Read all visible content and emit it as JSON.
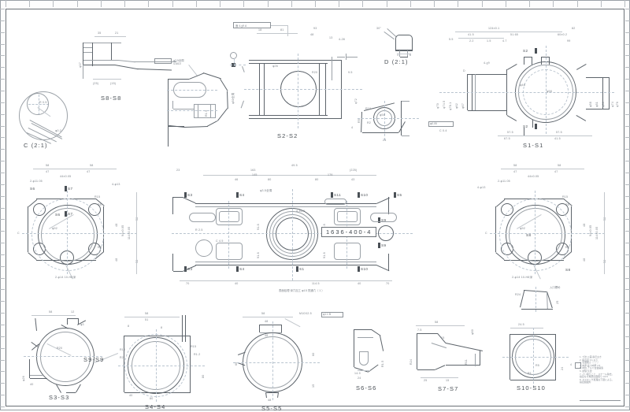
{
  "drawing": {
    "part_number": "1636-400-4",
    "sheet_background": "#ffffff",
    "line_color": "#5d646b"
  },
  "section_labels": [
    {
      "id": "c-detail",
      "text": "C (2:1)"
    },
    {
      "id": "d-detail",
      "text": "D (2:1)"
    },
    {
      "id": "s8",
      "text": "S8-S8"
    },
    {
      "id": "s2",
      "text": "S2-S2"
    },
    {
      "id": "s1",
      "text": "S1-S1"
    },
    {
      "id": "s3",
      "text": "S3-S3"
    },
    {
      "id": "s9",
      "text": "S9-S9"
    },
    {
      "id": "s4",
      "text": "S4-S4"
    },
    {
      "id": "s5",
      "text": "S5-S5"
    },
    {
      "id": "s6",
      "text": "S6-S6"
    },
    {
      "id": "s7",
      "text": "S7-S7"
    },
    {
      "id": "s10",
      "text": "S10-S10"
    }
  ],
  "section_markers": {
    "main_top": [
      "S3",
      "S4",
      "S11",
      "S10",
      "S5"
    ],
    "main_bottom": [
      "S3",
      "S4",
      "S1",
      "S10",
      "S5"
    ],
    "main_right": [
      "S9",
      "S9"
    ],
    "s1_view": [
      "S2",
      "S2"
    ],
    "left_flange": [
      "S6",
      "S7",
      "S6",
      "S7"
    ],
    "right_flange": [
      "S8",
      "S8"
    ]
  },
  "main_view": {
    "top_dims": [
      "23",
      "163",
      "46",
      "80",
      "80",
      "43",
      "176",
      "(225)",
      "49.5",
      "145"
    ],
    "bottom_dims": [
      "70",
      "40",
      "114.5",
      "40",
      "70"
    ],
    "left_dims": [
      "91.8",
      "91.8"
    ],
    "callouts": [
      "C 4.5",
      "R 2.5",
      "2-M8",
      "4-M10",
      "φ3.5全周"
    ],
    "bottom_note": "表面処理 深穴加工 φ4.5 貫通穴（ 1 ）"
  },
  "s1_view": {
    "top_dims": [
      "124±0.1",
      "41.5",
      "51.65",
      "82",
      "60±0.2",
      "99",
      "5.5",
      "2.2",
      "1.5",
      "4.7"
    ],
    "bottom_dims": [
      "57.5",
      "67.5",
      "57.5",
      "41.5"
    ],
    "left_dims": [
      "φ70",
      "φ74.5",
      "φ78.1",
      "φ62",
      "φ67"
    ],
    "right_dims": [
      "φ58",
      "φ81",
      "φ80",
      "φ74",
      "φ76"
    ],
    "callouts": [
      "D",
      "4-χ9",
      "φ48",
      "φ58",
      "φ0.05",
      "C 0.4"
    ]
  },
  "s2_view": {
    "top_dims": [
      "18",
      "81",
      "93",
      "48",
      "13",
      "4-28"
    ],
    "left_dims": [
      "φ80全周"
    ],
    "right_dims": [
      "φ72",
      "9.5",
      "4"
    ],
    "flag": "面  4-χ9  A"
  },
  "left_flange": {
    "top_dims": [
      "58",
      "58",
      "47",
      "47",
      "44±0.05",
      "2-φ11.05",
      "4-φ13"
    ],
    "right_dims": [
      "58",
      "58",
      "48",
      "48",
      "94±0.05",
      "114±0.05"
    ],
    "callouts": [
      "φ92",
      "R15",
      "R5",
      "C",
      "2-φ14 10-H8深"
    ]
  },
  "right_flange": {
    "top_dims": [
      "58",
      "58",
      "47",
      "47",
      "44±0.05",
      "2-φ11.05",
      "4-φ13"
    ],
    "right_dims": [
      "58",
      "58",
      "48",
      "48",
      "94±0.05",
      "114±0.05"
    ],
    "callouts": [
      "φ92",
      "R15",
      "R5",
      "C",
      "2-φ14 10-H8深",
      "入口標め"
    ]
  },
  "s3_view": {
    "dims": [
      "58",
      "12",
      "φ3",
      "R20",
      "φ26",
      "40"
    ]
  },
  "s9_view": {
    "dims": [
      "58",
      "51",
      "8",
      "8",
      "R10",
      "R2",
      "R15",
      "R1.2",
      "80",
      "80",
      "40"
    ]
  },
  "s5_view": {
    "dims": [
      "58",
      "48",
      "48",
      "60",
      "60",
      "15",
      "M10X2.5",
      "φ1.1 B"
    ]
  },
  "s6_view": {
    "dims": [
      "14.9",
      "24",
      "R1.5"
    ]
  },
  "s7_view": {
    "dims": [
      "58",
      "7.5",
      "25",
      "15",
      "φ80",
      "R24",
      "R11"
    ]
  },
  "s10_view": {
    "dims": [
      "24.5",
      "24",
      "R5",
      "R1"
    ]
  },
  "s8_view": {
    "dims": [
      "35",
      "21",
      "(25)",
      "(15)",
      "φ37"
    ]
  },
  "c_detail": {
    "dims": [
      "R 0.5",
      "φ0.2"
    ]
  },
  "d_detail": {
    "dims": [
      "30°",
      "1",
      "6"
    ]
  },
  "notes_block": {
    "flag": "4",
    "lines": [
      "1. 寸法 公差 指示なき",
      "2. 鉛直度 0.1 以下",
      "3. 表面粗さ ▽▽▽",
      "4. 肉厚 最小肉厚 4.5",
      "5. 材質 アルミ合金鏋造",
      "6. 試験 気密",
      "7. バリ取りこと、スケール除去。",
      "   指定なき角部は面取り C0.5",
      "8. マスキング処理は下図による。",
      "   指定範囲外"
    ]
  },
  "title_block": {
    "cells": [
      "",
      "",
      "",
      ""
    ]
  }
}
